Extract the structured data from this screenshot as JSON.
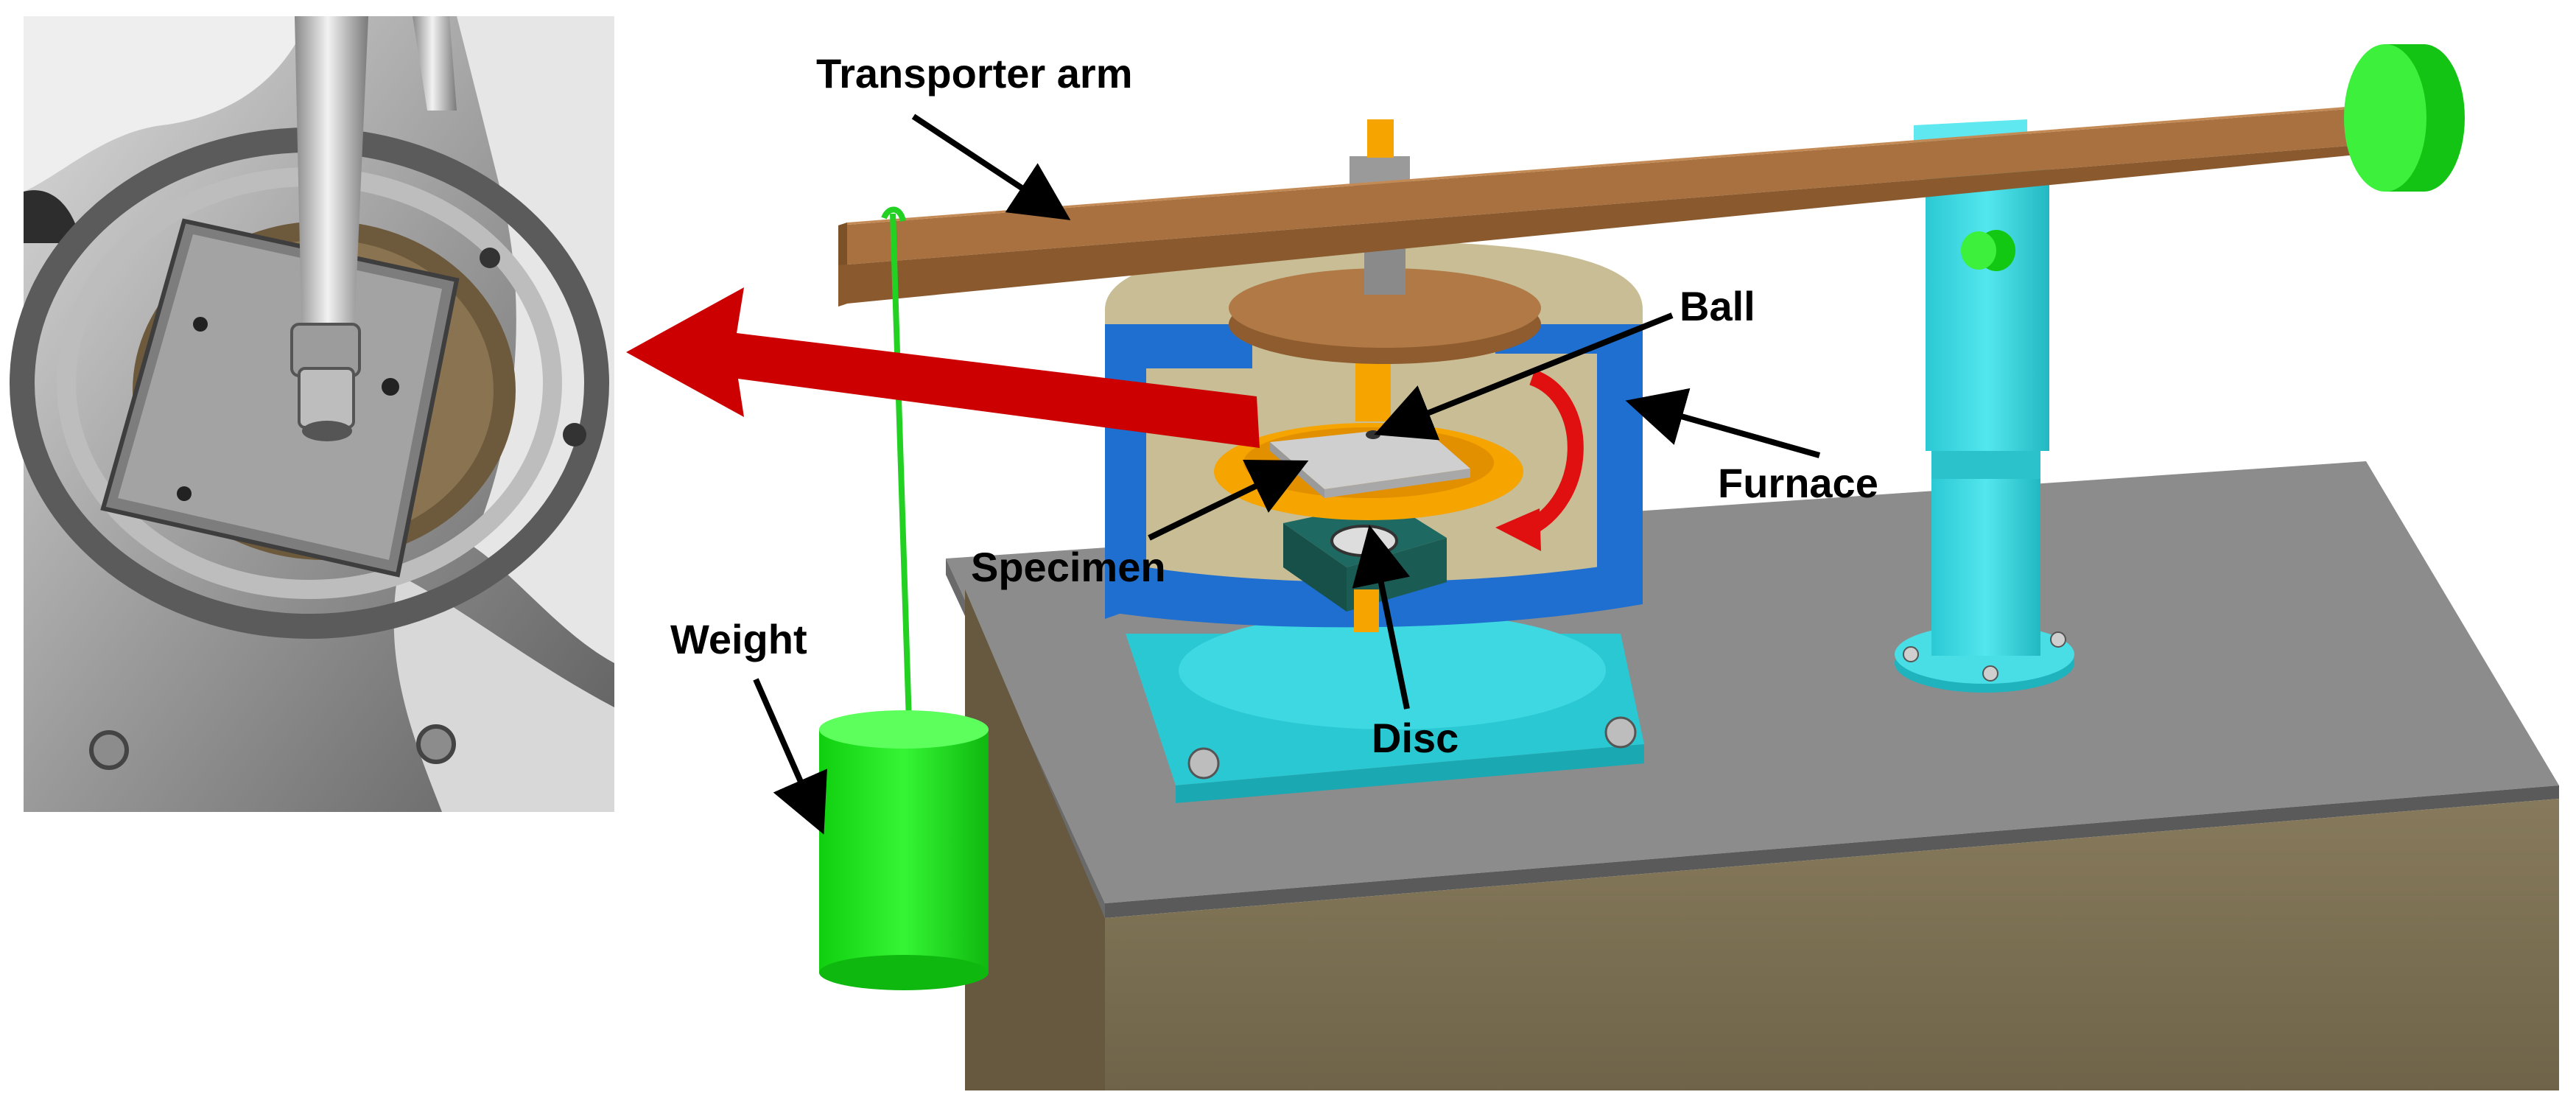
{
  "labels": {
    "transporter_arm": "Transporter arm",
    "ball": "Ball",
    "furnace": "Furnace",
    "specimen": "Specimen",
    "weight": "Weight",
    "disc": "Disc"
  },
  "colors": {
    "arm": "#a8713f",
    "furnace_blue": "#1f6fd0",
    "furnace_interior": "#c8bd95",
    "cyan_part": "#34d6e0",
    "green_part": "#1fe81f",
    "orange_part": "#f5a400",
    "base_box": "#7a6e52",
    "table_top": "#8c8c8c",
    "red_arrow": "#d10000"
  }
}
